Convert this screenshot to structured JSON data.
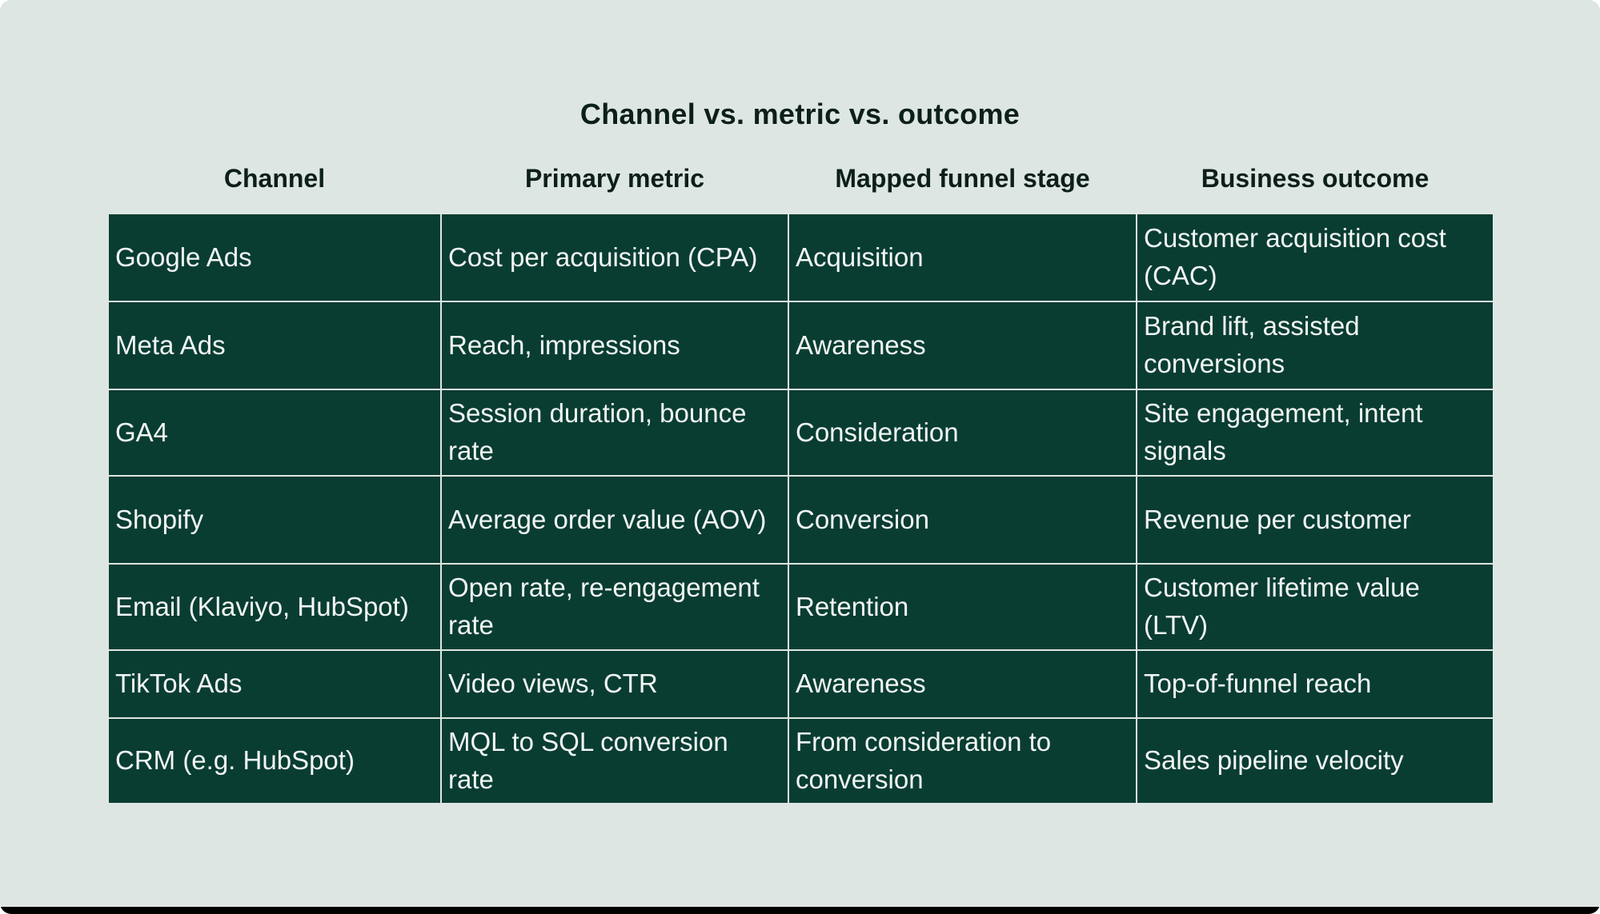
{
  "title": "Channel vs. metric vs. outcome",
  "chart_data": {
    "type": "table",
    "title": "Channel vs. metric vs. outcome",
    "columns": [
      "Channel",
      "Primary metric",
      "Mapped funnel stage",
      "Business outcome"
    ],
    "rows": [
      [
        "Google Ads",
        "Cost per acquisition (CPA)",
        "Acquisition",
        "Customer acquisition cost (CAC)"
      ],
      [
        "Meta Ads",
        "Reach, impressions",
        "Awareness",
        "Brand lift, assisted conversions"
      ],
      [
        "GA4",
        "Session duration, bounce rate",
        "Consideration",
        "Site engagement, intent signals"
      ],
      [
        "Shopify",
        "Average order value (AOV)",
        "Conversion",
        "Revenue per customer"
      ],
      [
        "Email (Klaviyo, HubSpot)",
        "Open rate, re-engagement rate",
        "Retention",
        "Customer lifetime value (LTV)"
      ],
      [
        "TikTok Ads",
        "Video views, CTR",
        "Awareness",
        "Top-of-funnel reach"
      ],
      [
        "CRM (e.g. HubSpot)",
        "MQL to SQL conversion rate",
        "From consideration to conversion",
        "Sales pipeline velocity"
      ]
    ],
    "layout": {
      "grid": "on",
      "header_position": "top-outside",
      "legend": "none"
    }
  },
  "colors": {
    "background": "#dde6e2",
    "cell_background": "#0a3d32",
    "cell_text": "#f2f6f4",
    "heading_text": "#0c1f1a",
    "gridline": "#dde6e2",
    "bottom_bar": "#000000"
  }
}
